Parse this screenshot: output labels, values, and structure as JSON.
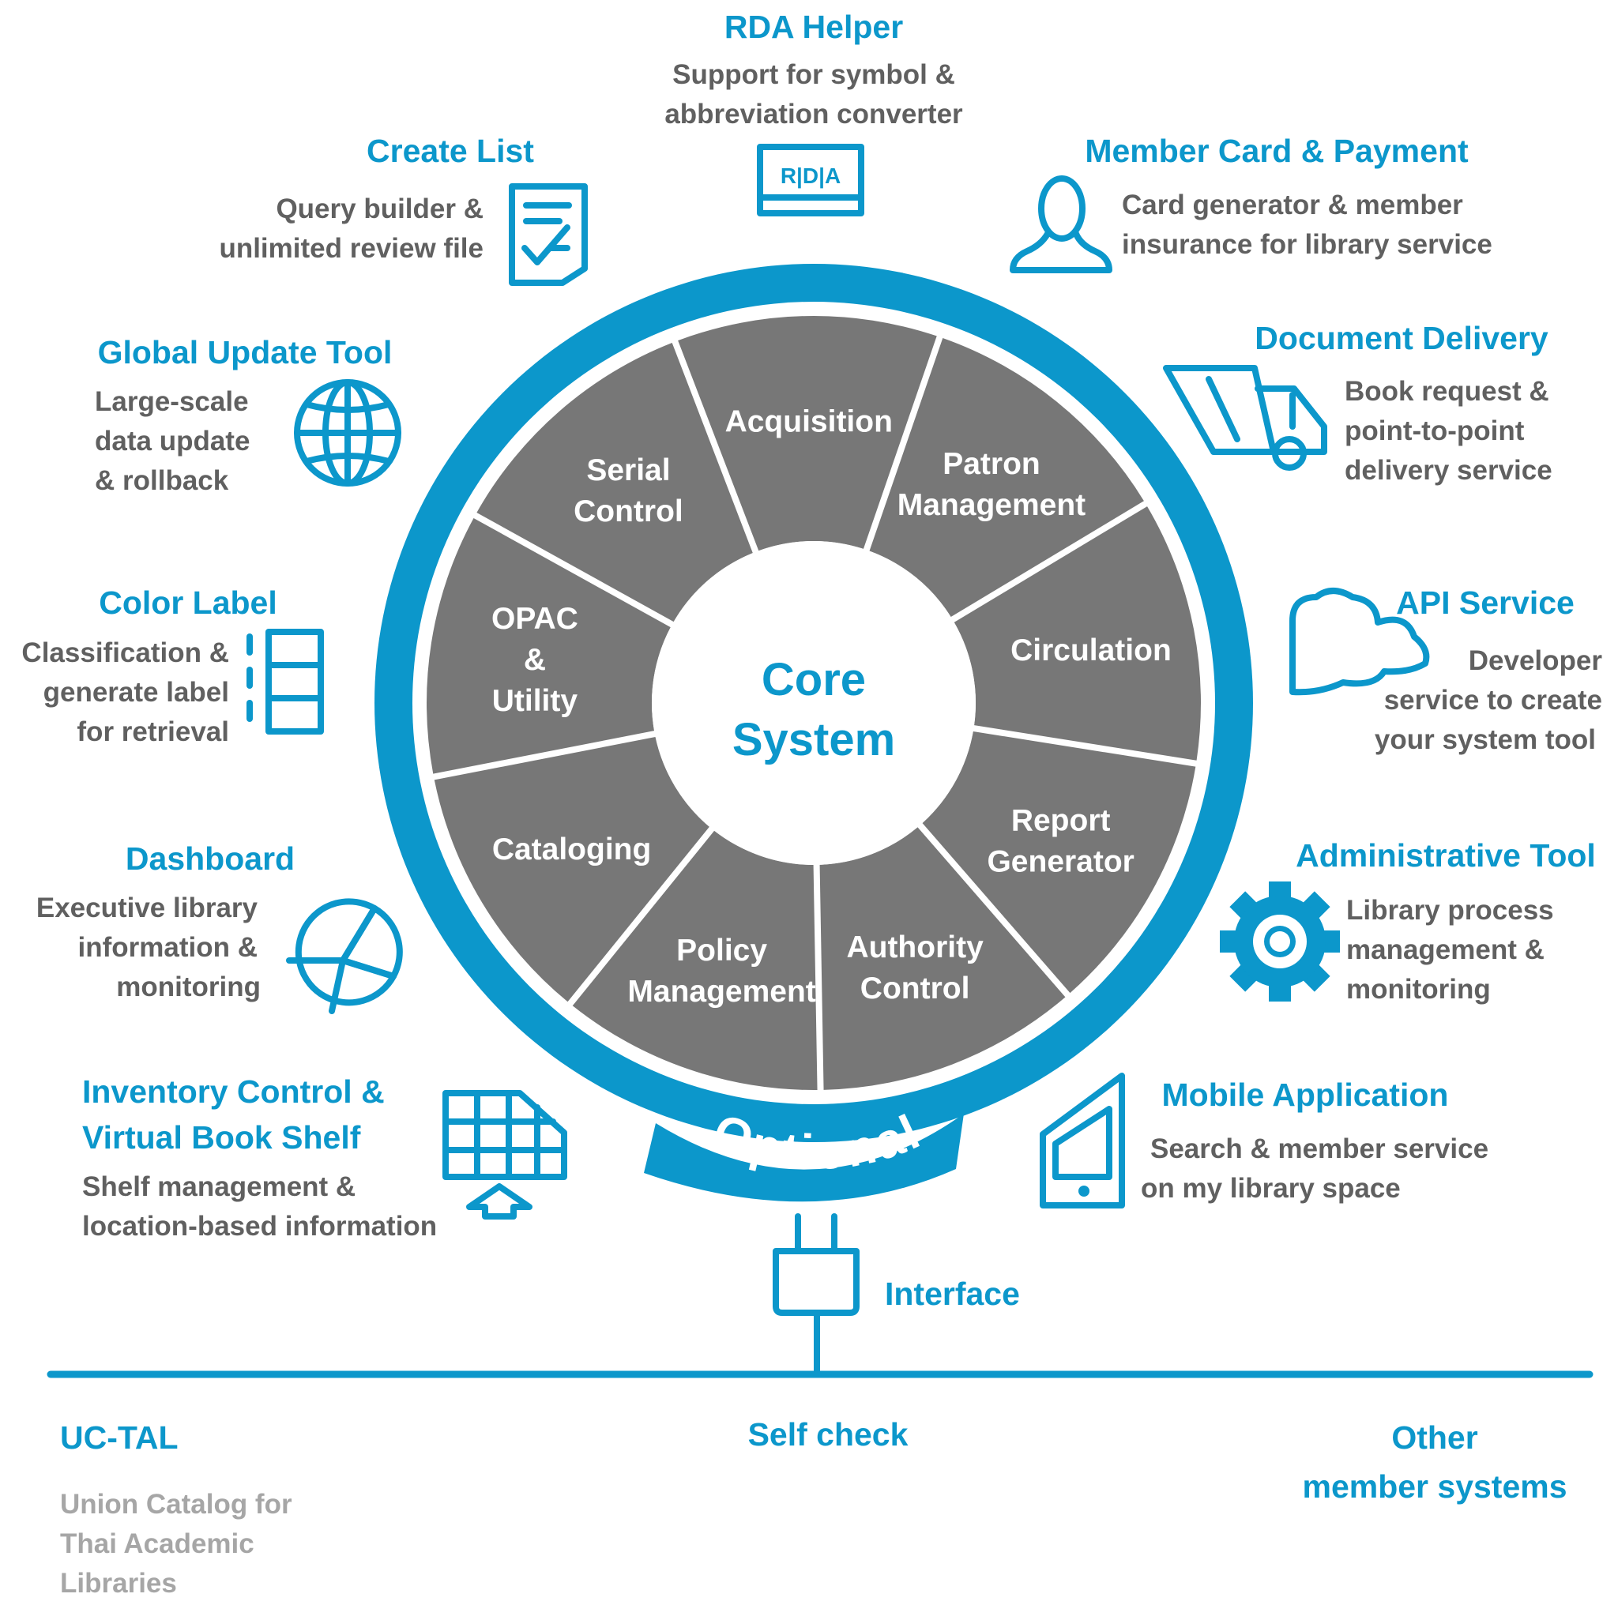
{
  "colors": {
    "accent": "#0c97cb",
    "segment": "#777777",
    "text_dark": "#606060",
    "text_light": "#a6a6a6"
  },
  "core": {
    "line1": "Core",
    "line2": "System"
  },
  "ring_label": "Optional",
  "segments": [
    {
      "name": "opac-utility",
      "lines": [
        "OPAC",
        "&",
        "Utility"
      ]
    },
    {
      "name": "serial-control",
      "lines": [
        "Serial",
        "Control"
      ]
    },
    {
      "name": "acquisition",
      "lines": [
        "Acquisition"
      ]
    },
    {
      "name": "patron-management",
      "lines": [
        "Patron",
        "Management"
      ]
    },
    {
      "name": "circulation",
      "lines": [
        "Circulation"
      ]
    },
    {
      "name": "report-generator",
      "lines": [
        "Report",
        "Generator"
      ]
    },
    {
      "name": "authority-control",
      "lines": [
        "Authority",
        "Control"
      ]
    },
    {
      "name": "policy-management",
      "lines": [
        "Policy",
        "Management"
      ]
    },
    {
      "name": "cataloging",
      "lines": [
        "Cataloging"
      ]
    }
  ],
  "features": {
    "rda_helper": {
      "title": "RDA Helper",
      "desc": [
        "Support for symbol &",
        "abbreviation converter"
      ],
      "icon": "rda-icon",
      "icon_text": "R|D|A"
    },
    "create_list": {
      "title": "Create List",
      "desc": [
        "Query builder &",
        "unlimited review file"
      ],
      "icon": "checklist-icon"
    },
    "member_card": {
      "title": "Member Card & Payment",
      "desc": [
        "Card generator & member",
        "insurance for library service"
      ],
      "icon": "person-icon"
    },
    "global_update": {
      "title": "Global Update Tool",
      "desc": [
        "Large-scale",
        "data update",
        "& rollback"
      ],
      "icon": "globe-icon"
    },
    "document_delivery": {
      "title": "Document Delivery",
      "desc": [
        "Book request &",
        "point-to-point",
        "delivery service"
      ],
      "icon": "truck-icon"
    },
    "color_label": {
      "title": "Color Label",
      "desc": [
        "Classification &",
        "generate label",
        "for retrieval"
      ],
      "icon": "label-icon"
    },
    "api_service": {
      "title": "API Service",
      "desc": [
        "Developer",
        "service to create",
        "your system tool"
      ],
      "icon": "cloud-icon"
    },
    "dashboard": {
      "title": "Dashboard",
      "desc": [
        "Executive library",
        "information &",
        "monitoring"
      ],
      "icon": "pie-chart-icon"
    },
    "admin_tool": {
      "title": "Administrative Tool",
      "desc": [
        "Library process",
        "management &",
        "monitoring"
      ],
      "icon": "gear-icon"
    },
    "inventory": {
      "title": [
        "Inventory Control &",
        "Virtual Book Shelf"
      ],
      "desc": [
        "Shelf management &",
        "location-based information"
      ],
      "icon": "shelf-icon"
    },
    "mobile": {
      "title": "Mobile Application",
      "desc": [
        "Search &  member service",
        "on my library space"
      ],
      "icon": "mobile-icon"
    }
  },
  "interface": {
    "label": "Interface",
    "icon": "plug-icon"
  },
  "bottom": {
    "uc_tal": {
      "title": "UC-TAL",
      "desc": [
        "Union Catalog for",
        "Thai Academic",
        "Libraries"
      ]
    },
    "self_check": "Self check",
    "other": [
      "Other",
      "member systems"
    ]
  }
}
